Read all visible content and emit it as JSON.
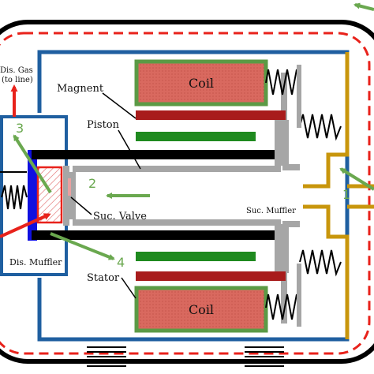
{
  "labels": {
    "coil_top": "Coil",
    "coil_bottom": "Coil",
    "magnet": "Magnent",
    "piston": "Piston",
    "suc_valve": "Suc. Valve",
    "suc_muffler": "Suc. Muffler",
    "dis_muffler": "Dis. Muffler",
    "stator": "Stator",
    "dis_gas_line1": "Dis. Gas",
    "dis_gas_line2": "(to line)"
  },
  "flow_markers": [
    "1",
    "2",
    "3",
    "4"
  ],
  "colors": {
    "shell": "#000000",
    "dashed_path": "#e8221b",
    "frame": "#1f5fa0",
    "coil_border": "#5b9a45",
    "coil_fill": "#d9695f",
    "magnet_red": "#a81c1c",
    "magnet_green": "#1f8a1f",
    "piston_gray": "#a6a6a6",
    "gold_spring": "#c8960c",
    "flow_arrow": "#6aa84f",
    "dis_muffler_plate": "#1010e0"
  }
}
